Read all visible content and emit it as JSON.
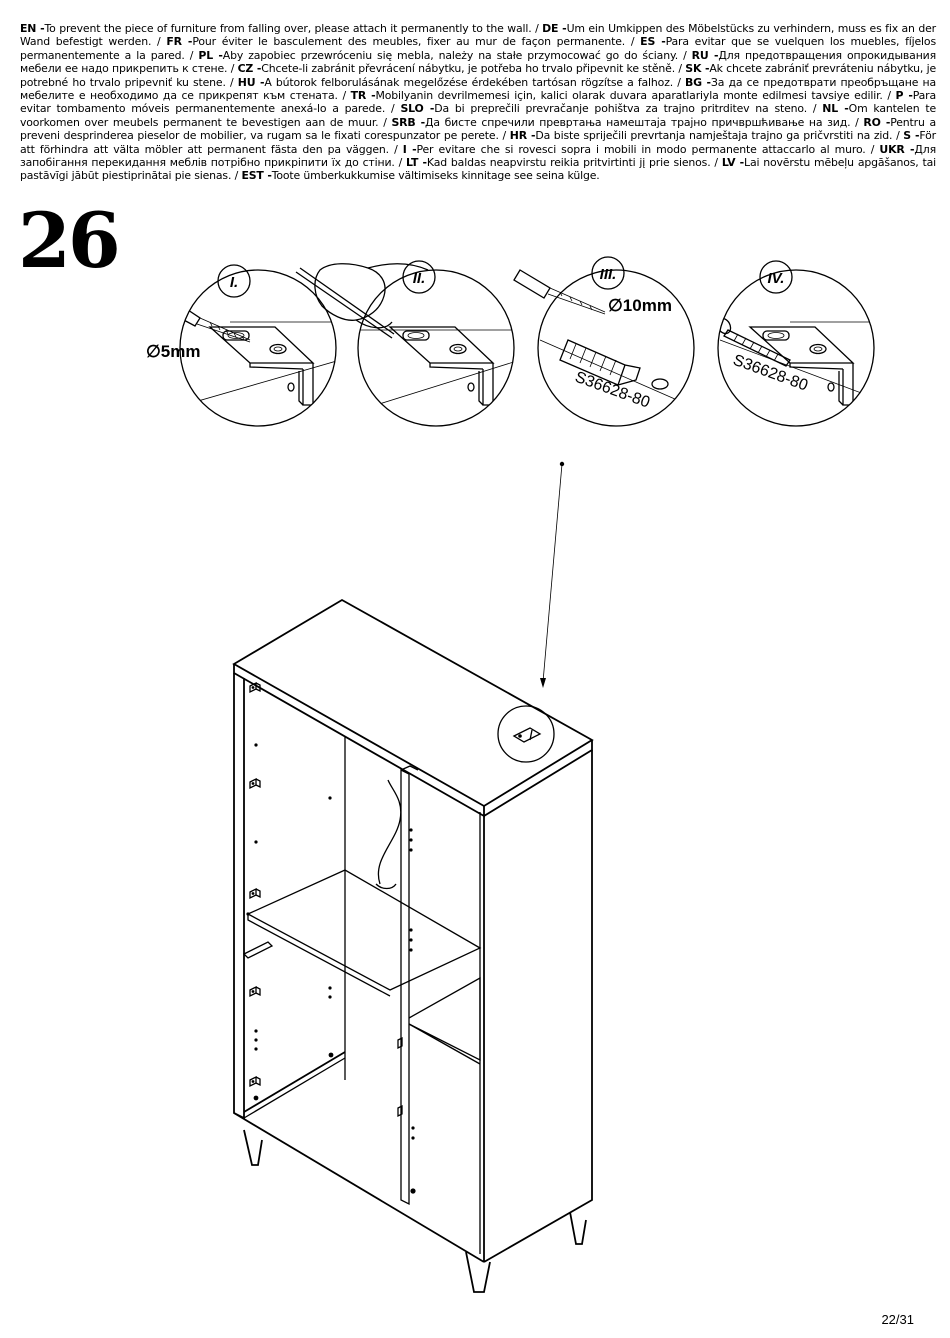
{
  "warnings": [
    {
      "code": "EN",
      "text": "To prevent the piece of furniture from falling over, please attach it permanently to the wall."
    },
    {
      "code": "DE",
      "text": "Um ein Umkippen des Möbelstücks zu verhindern, muss es fix an der Wand befestigt werden."
    },
    {
      "code": "FR",
      "text": "Pour éviter le basculement des meubles, fixer au mur de façon permanente."
    },
    {
      "code": "ES",
      "text": "Para evitar que se vuelquen los muebles, fíjelos permanentemente a la pared."
    },
    {
      "code": "PL",
      "text": "Aby zapobiec przewróceniu się mebla, należy na stałe przymocować go do ściany."
    },
    {
      "code": "RU",
      "text": "Для предотвращения опрокидывания мебели ее надо прикрепить к стене."
    },
    {
      "code": "CZ",
      "text": "Chcete-li zabránit převrácení nábytku, je potřeba ho trvalo připevnit ke stěně."
    },
    {
      "code": "SK",
      "text": "Ak chcete zabrániť prevráteniu nábytku, je potrebné ho trvalo pripevniť ku stene."
    },
    {
      "code": "HU",
      "text": "A bútorok felborulásának megelőzése érdekében tartósan rögzítse a falhoz."
    },
    {
      "code": "BG",
      "text": "За да се предотврати преобръщане на мебелите е необходимо да се  прикрепят към стената."
    },
    {
      "code": "TR",
      "text": "Mobilyanin devrilmemesi için, kalici olarak duvara aparatlariyla monte edilmesi tavsiye edilir."
    },
    {
      "code": "P",
      "text": "Para evitar tombamento móveis permanentemente anexá-lo a parede."
    },
    {
      "code": "SLO",
      "text": "Da bi preprečili prevračanje pohištva za trajno pritrditev na steno."
    },
    {
      "code": "NL",
      "text": "Om kantelen te voorkomen over meubels permanent te bevestigen aan de muur."
    },
    {
      "code": "SRB",
      "text": "Да бисте спречили превртања намештаја трајно причвршћивање на зид."
    },
    {
      "code": "RO",
      "text": "Pentru a preveni desprinderea pieselor de mobilier, va rugam sa le fixati corespunzator pe perete."
    },
    {
      "code": "HR",
      "text": "Da biste spriječili prevrtanja namještaja trajno ga pričvrstiti na zid."
    },
    {
      "code": "S",
      "text": "För att förhindra att välta möbler att permanent fästa den pa väggen."
    },
    {
      "code": "I",
      "text": "Per evitare che si rovesci sopra i mobili in modo permanente attaccarlo al muro."
    },
    {
      "code": "UKR",
      "text": "Для запобігання перекидання меблів потрібно прикріпити їх до стіни."
    },
    {
      "code": "LT",
      "text": "Kad baldas neapvirstu reikia pritvirtinti jį prie sienos."
    },
    {
      "code": "LV",
      "text": "Lai novērstu mēbeļu apgāšanos, tai pastāvīgi jābūt piestiprinātai pie sienas."
    },
    {
      "code": "EST",
      "text": "Toote ümberkukkumise vältimiseks kinnitage see seina külge."
    }
  ],
  "step_number": "26",
  "steps": [
    {
      "label": "I.",
      "drill": "∅5mm"
    },
    {
      "label": "II."
    },
    {
      "label": "III.",
      "drill": "∅10mm",
      "part_code": "S36628-80"
    },
    {
      "label": "IV.",
      "part_code": "S36628-80"
    }
  ],
  "page_number": "22/31"
}
